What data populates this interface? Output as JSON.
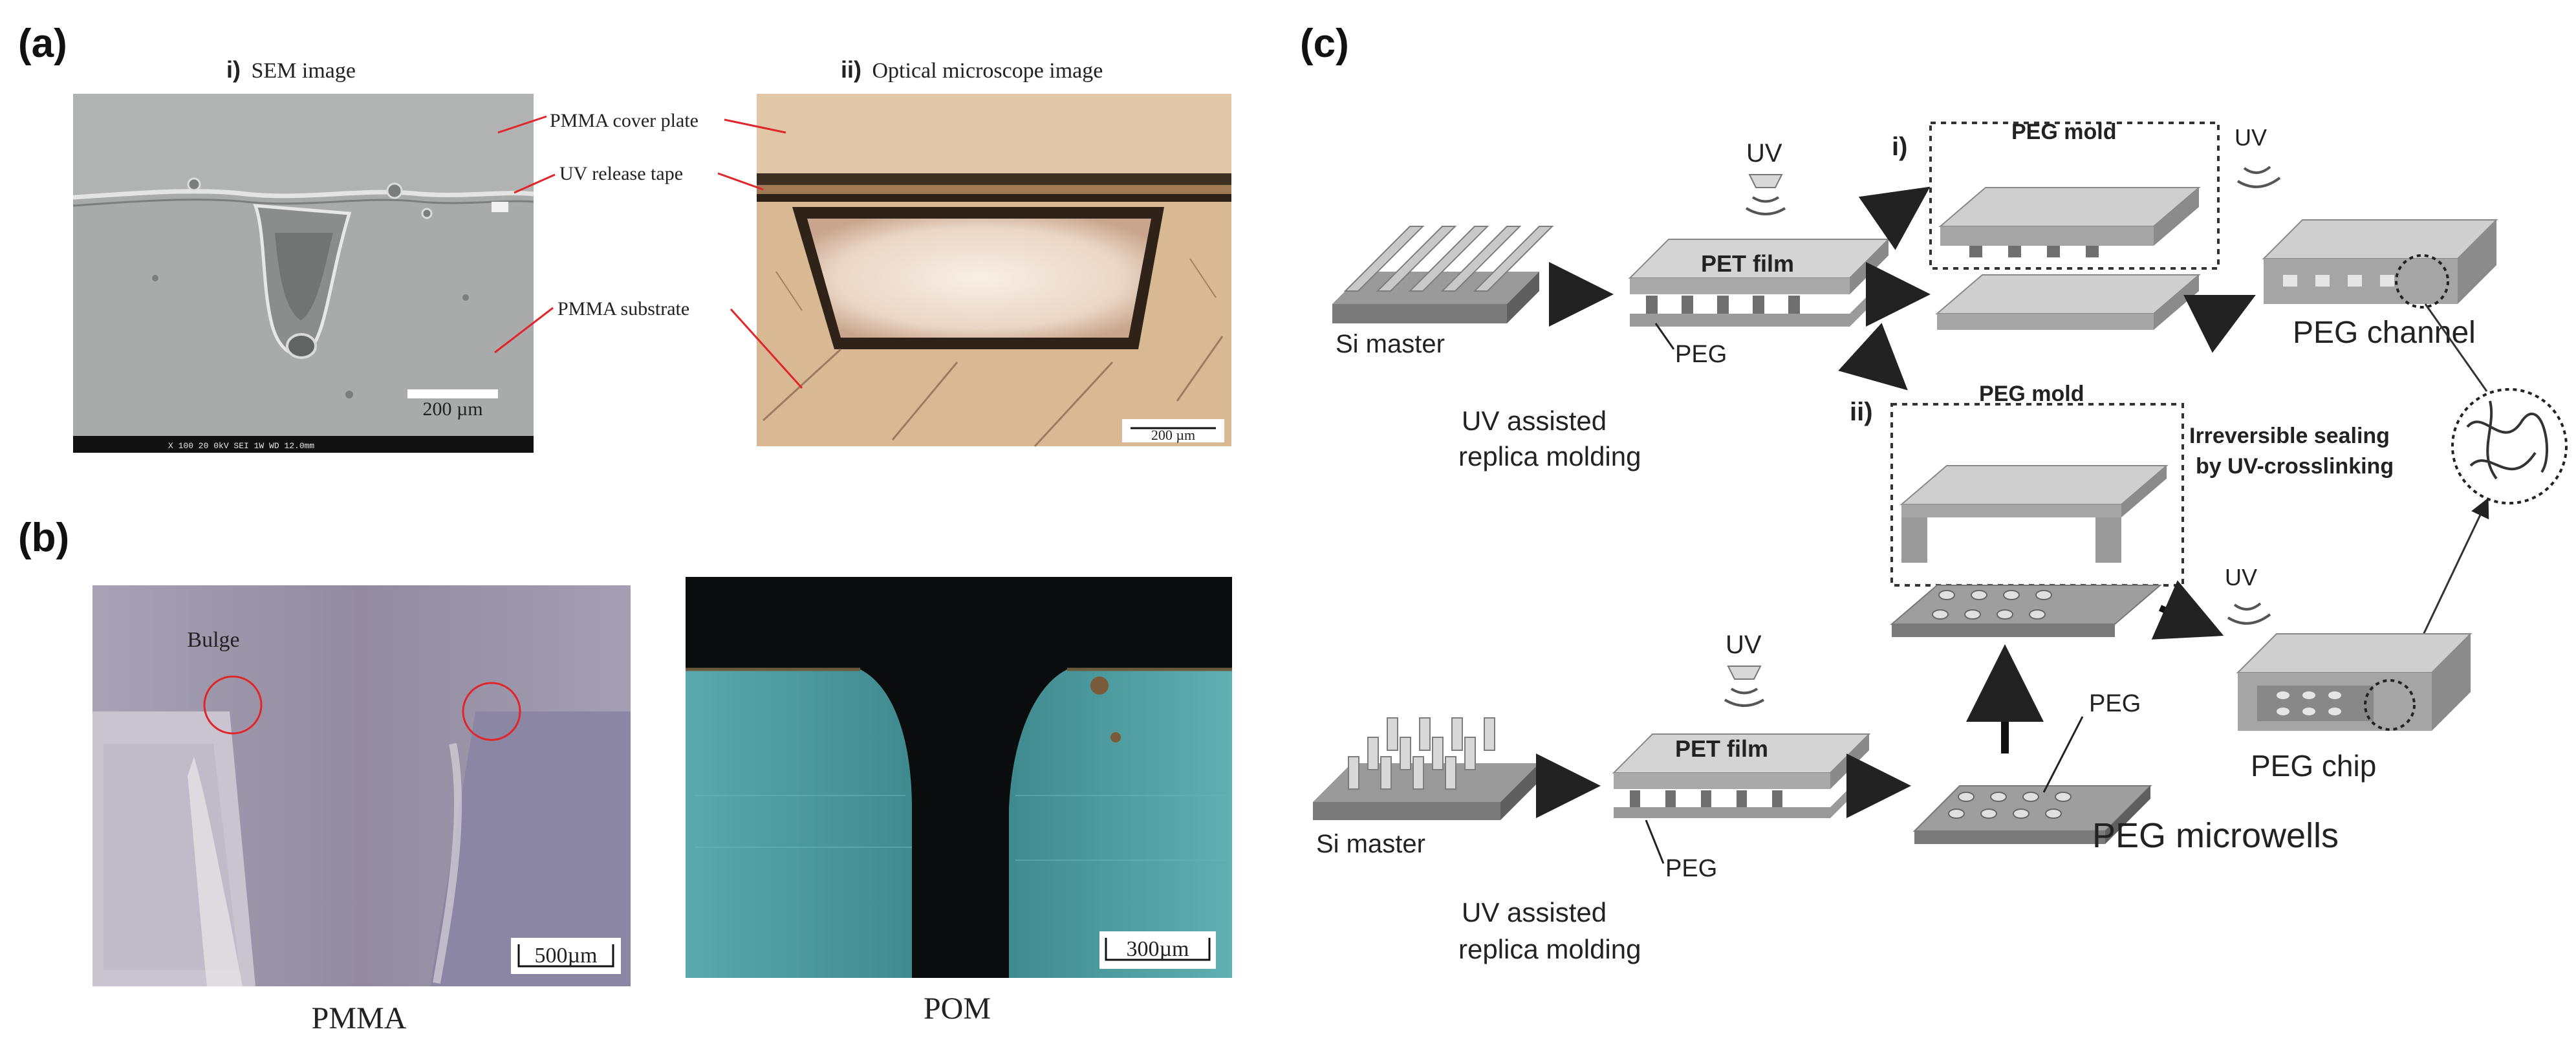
{
  "panels": {
    "a": {
      "label": "(a)",
      "sem": {
        "title_num": "i)",
        "title": "SEM image",
        "scalebar": "200 µm",
        "info_bar": "X 100   20 0kV SEI   1W   WD 12.0mm"
      },
      "optical": {
        "title_num": "ii)",
        "title": "Optical microscope image",
        "scalebar": "200 µm"
      },
      "annotations": [
        "PMMA cover plate",
        "UV release tape",
        "PMMA substrate"
      ]
    },
    "b": {
      "label": "(b)",
      "left": {
        "caption": "PMMA",
        "bulge": "Bulge",
        "scalebar": "500µm"
      },
      "right": {
        "caption": "POM",
        "scalebar": "300µm"
      }
    },
    "c": {
      "label": "(c)",
      "uv": "UV",
      "pet_film": "PET film",
      "peg": "PEG",
      "si_master": "Si master",
      "uv_assisted_line1": "UV assisted",
      "uv_assisted_line2": "replica molding",
      "route_i": "i)",
      "route_ii": "ii)",
      "peg_mold": "PEG mold",
      "peg_channel": "PEG channel",
      "irreversible_line1": "Irreversible sealing",
      "irreversible_line2": "by UV-crosslinking",
      "peg_chip": "PEG chip",
      "peg_microwells": "PEG microwells"
    }
  },
  "colors": {
    "red_annotation": "#e0262b",
    "sem_grey": "#a9aaaa",
    "optical_tan": "#d9b894",
    "pmma_lavender": "#9e9aae",
    "pom_teal": "#4f9fa2",
    "schematic_grey": "#bdbdbd"
  }
}
